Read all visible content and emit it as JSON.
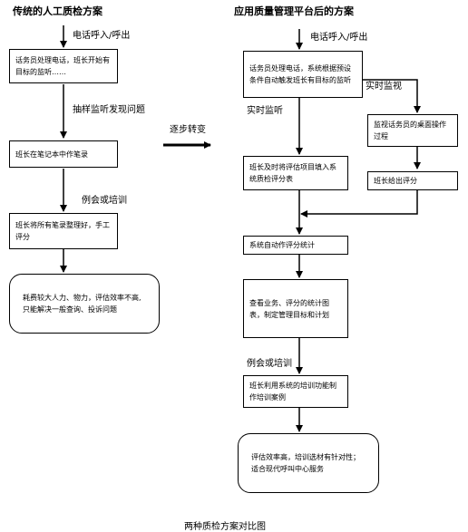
{
  "left": {
    "title": "传统的人工质检方案",
    "call_label": "电话呼入/呼出",
    "box1": "话务员处理电话，班长开始有目标的监听……",
    "arrow2_label": "抽样监听发现问题",
    "box2": "班长在笔记本中作笔录",
    "arrow3_label": "例会或培训",
    "box3": "班长将所有笔录整理好，手工评分",
    "box4": "耗费较大人力、物力，评估效率不高,只能解决一般查询、投诉问题"
  },
  "middle": {
    "label": "逐步转变"
  },
  "right": {
    "title": "应用质量管理平台后的方案",
    "call_label": "电话呼入/呼出",
    "box1": "话务员处理电话，系统根据预设条件自动触发班长有目标的监听",
    "realtime_monitor_label": "实时监视",
    "realtime_listen_label": "实时监听",
    "box_monitor": "监视话务员的桌面操作过程",
    "box_score_entry": "班长及时将评估项目填入系统质检评分表",
    "box_score": "班长给出评分",
    "box_auto": "系统自动作评分统计",
    "box_review": "查看业务、评分的统计图表，制定管理目标和计划",
    "meeting_label": "例会或培训",
    "box_training": "班长利用系统的培训功能制作培训案例",
    "box_result": "评估效率高，培训选材有针对性；适合现代呼叫中心服务"
  },
  "caption": "两种质检方案对比图"
}
